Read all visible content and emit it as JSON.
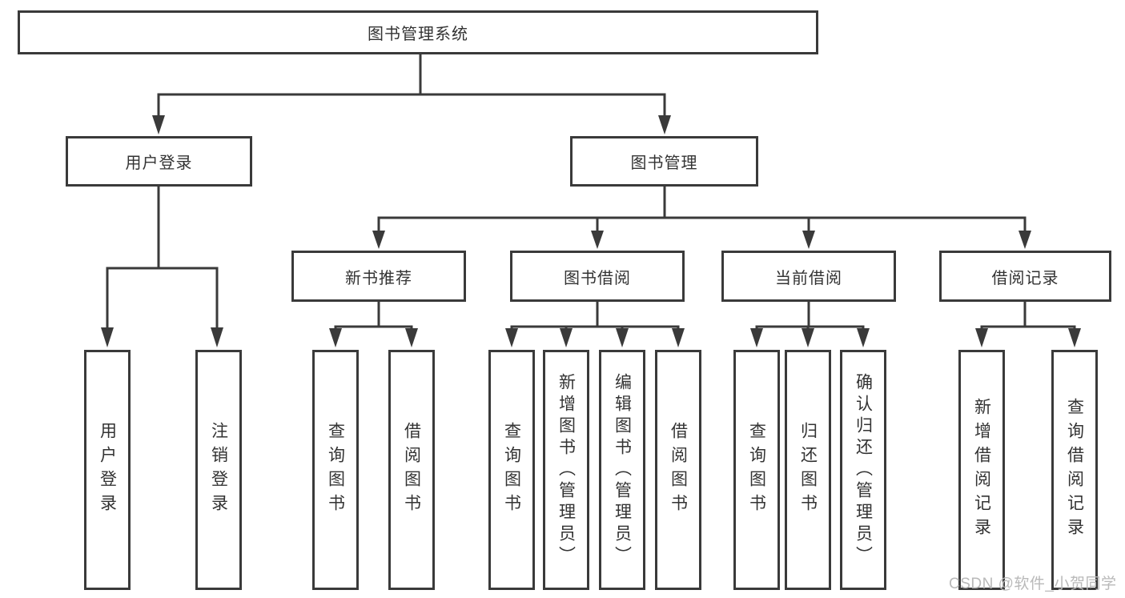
{
  "watermark": "CSDN @软件_小贺同学",
  "colors": {
    "line": "#3a3a3a",
    "box_border": "#3a3a3a",
    "text": "#333333",
    "watermark": "#b9b9b9",
    "background": "#ffffff"
  },
  "tree": {
    "label": "图书管理系统",
    "children": [
      {
        "label": "用户登录",
        "children": [
          {
            "label": "用户登录"
          },
          {
            "label": "注销登录"
          }
        ]
      },
      {
        "label": "图书管理",
        "children": [
          {
            "label": "新书推荐",
            "children": [
              {
                "label": "查询图书"
              },
              {
                "label": "借阅图书"
              }
            ]
          },
          {
            "label": "图书借阅",
            "children": [
              {
                "label": "查询图书"
              },
              {
                "label": "新增图书（管理员）"
              },
              {
                "label": "编辑图书（管理员）"
              },
              {
                "label": "借阅图书"
              }
            ]
          },
          {
            "label": "当前借阅",
            "children": [
              {
                "label": "查询图书"
              },
              {
                "label": "归还图书"
              },
              {
                "label": "确认归还（管理员）"
              }
            ]
          },
          {
            "label": "借阅记录",
            "children": [
              {
                "label": "新增借阅记录"
              },
              {
                "label": "查询借阅记录"
              }
            ]
          }
        ]
      }
    ]
  }
}
